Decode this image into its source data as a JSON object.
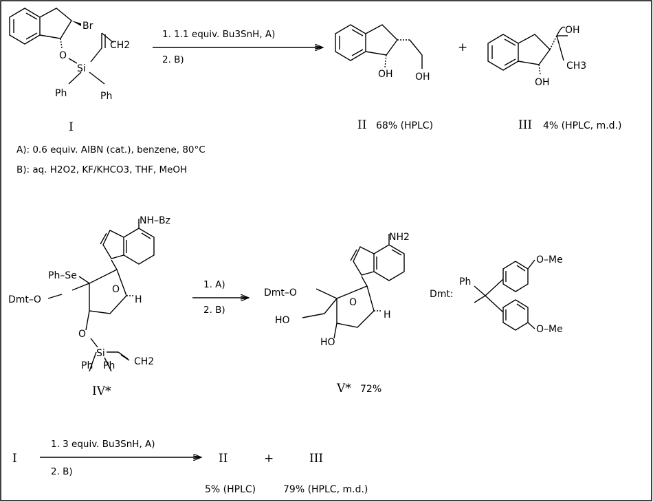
{
  "scheme1": {
    "compound_I": {
      "label": "I",
      "atoms": {
        "br": "Br",
        "o": "O",
        "si": "Si",
        "ch2": "CH2",
        "ph_left": "Ph",
        "ph_right": "Ph"
      }
    },
    "arrow_step1": "1. 1.1 equiv. Bu3SnH, A)",
    "arrow_step2": "2. B)",
    "compound_II": {
      "label": "II",
      "yield": "68% (HPLC)",
      "atoms": {
        "oh_ring": "OH",
        "oh_chain": "OH"
      }
    },
    "plus": "+",
    "compound_III": {
      "label": "III",
      "yield": "4% (HPLC, m.d.)",
      "atoms": {
        "oh_top": "OH",
        "ch3": "CH3",
        "oh_ring": "OH"
      }
    },
    "condition_A": "A):  0.6 equiv. AIBN (cat.), benzene, 80°C",
    "condition_B": "B): aq. H2O2, KF/KHCO3, THF, MeOH"
  },
  "scheme2": {
    "compound_IV": {
      "label": "IV*",
      "atoms": {
        "nh_bz": "NH–Bz",
        "ph_se": "Ph–Se",
        "dmt_o": "Dmt–O",
        "o_ring": "O",
        "h": "H",
        "o_si": "O",
        "si": "Si",
        "ph1": "Ph",
        "ph2": "Ph",
        "ch2": "CH2"
      }
    },
    "arrow_step1": "1. A)",
    "arrow_step2": "2. B)",
    "compound_V": {
      "label": "V*",
      "yield": "72%",
      "atoms": {
        "nh2": "NH2",
        "dmt_o": "Dmt–O",
        "ho_chain": "HO",
        "o_ring": "O",
        "h": "H",
        "ho_ring": "HO"
      }
    },
    "dmt_def": {
      "label": "Dmt:",
      "ph": "Ph",
      "ome_top": "O–Me",
      "ome_bottom": "O–Me"
    }
  },
  "scheme3": {
    "start": "I",
    "arrow_step1": "1. 3 equiv. Bu3SnH, A)",
    "arrow_step2": "2. B)",
    "product_II": "II",
    "plus": "+",
    "product_III": "III",
    "yield_II": "5% (HPLC)",
    "yield_III": "79% (HPLC, m.d.)"
  }
}
